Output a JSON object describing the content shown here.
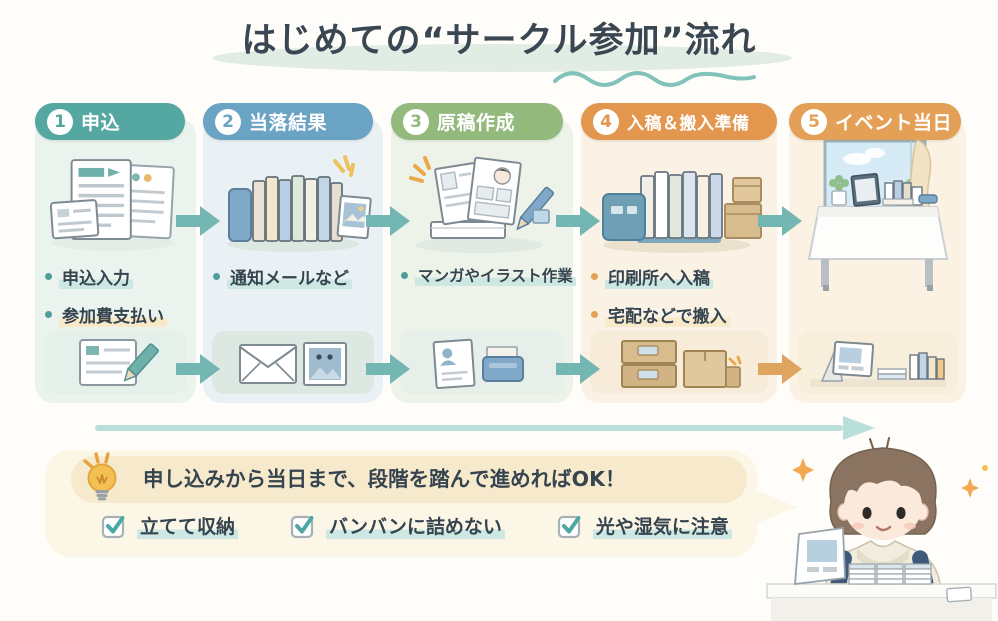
{
  "title": "はじめての“サークル参加”流れ",
  "steps": [
    {
      "number": "1",
      "label": "申込",
      "accent": "#55A8A2",
      "bullets": [
        {
          "text": "申込入力"
        },
        {
          "text": "参加費支払い"
        }
      ],
      "main_illustration": "application-forms",
      "sub_illustration": "writing-form-with-pencil"
    },
    {
      "number": "2",
      "label": "当落結果",
      "accent": "#6BA3C4",
      "bullets": [
        {
          "text": "通知メールなど"
        }
      ],
      "main_illustration": "books-between-bookends",
      "sub_illustration": "mail-and-photo"
    },
    {
      "number": "3",
      "label": "原稿作成",
      "accent": "#93B97D",
      "bullets": [
        {
          "text": "マンガやイラスト作業"
        }
      ],
      "main_illustration": "manuscript-pages-and-pencil",
      "sub_illustration": "pages-and-tray"
    },
    {
      "number": "4",
      "label": "入稿＆搬入準備",
      "accent": "#E3974E",
      "bullets": [
        {
          "text": "印刷所へ入稿"
        },
        {
          "text": "宅配などで搬入"
        }
      ],
      "main_illustration": "file-box-and-parcels",
      "sub_illustration": "cardboard-boxes"
    },
    {
      "number": "5",
      "label": "イベント当日",
      "accent": "#E5A057",
      "bullets": [],
      "main_illustration": "event-table-by-window",
      "sub_illustration": "display-stand-and-books"
    }
  ],
  "tip": {
    "icon": "lightbulb-icon",
    "text": "申し込みから当日まで、段階を踏んで進めればOK！"
  },
  "checklist": [
    {
      "icon": "checkbox-checked-icon",
      "text": "立てて収納"
    },
    {
      "icon": "checkbox-checked-icon",
      "text": "バンバンに詰めない"
    },
    {
      "icon": "checkbox-checked-icon",
      "text": "光や湿気に注意"
    }
  ],
  "colors": {
    "step1_accent": "#55A8A2",
    "step2_accent": "#6BA3C4",
    "step3_accent": "#93B97D",
    "step4_accent": "#E3974E",
    "step5_accent": "#E5A057",
    "arrow_teal": "#74B6B1",
    "arrow_orange": "#DFA45E",
    "timeline_arrow": "#B9DFDA",
    "highlight_teal": "#CDE7E2",
    "highlight_cream": "#F8E9C8",
    "bubble_bg": "#FCF6E7",
    "bubble_bar_bg": "#F7E9CB",
    "text_dark": "#35444F",
    "checkbox_check": "#4FA7A3"
  }
}
